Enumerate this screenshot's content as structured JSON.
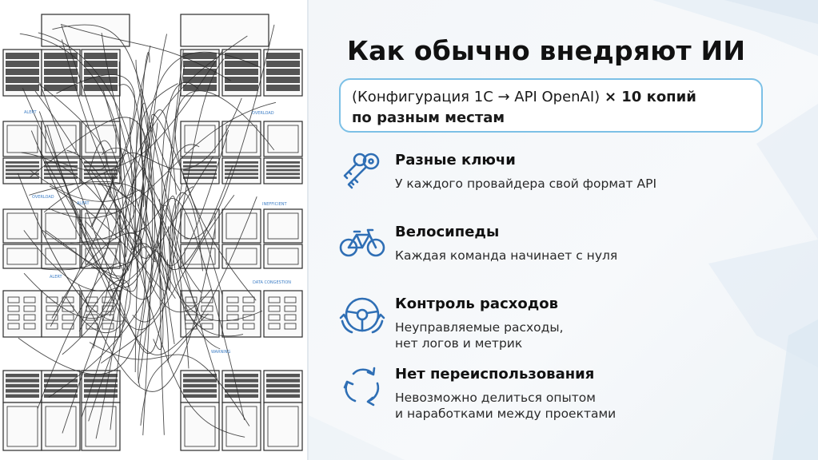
{
  "title": "Как обычно внедряют ИИ",
  "callout": {
    "normal": "(Конфигурация 1С → API OpenAI)",
    "bold_inline": "× 10 копий",
    "bold_line2": "по разным местам"
  },
  "items": [
    {
      "icon": "keys-icon",
      "heading": "Разные ключи",
      "desc1": "У каждого провайдера свой формат API",
      "desc2": ""
    },
    {
      "icon": "bicycle-icon",
      "heading": "Велосипеды",
      "desc1": "Каждая команда начинает с нуля",
      "desc2": ""
    },
    {
      "icon": "steering-wheel-icon",
      "heading": "Контроль расходов",
      "desc1": "Неуправляемые расходы,",
      "desc2": "нет логов и метрик"
    },
    {
      "icon": "recycle-icon",
      "heading": "Нет переиспользования",
      "desc1": "Невозможно делиться опытом",
      "desc2": "и наработками между проектами"
    }
  ],
  "illustration": {
    "labels": {
      "overload_1": "OVERLOAD",
      "alert_1": "ALERT",
      "overload_2": "OVERLOAD",
      "alert_2": "ALERT",
      "inefficient": "INEFFICIENT",
      "alert_3": "ALERT",
      "data_congestion": "DATA CONGESTION",
      "warning": "WARNING"
    }
  },
  "colors": {
    "icon_blue": "#2f6fb5",
    "callout_border": "#7cc0e6",
    "line": "#2b2b2b",
    "label_blue": "#3f7fc6"
  }
}
